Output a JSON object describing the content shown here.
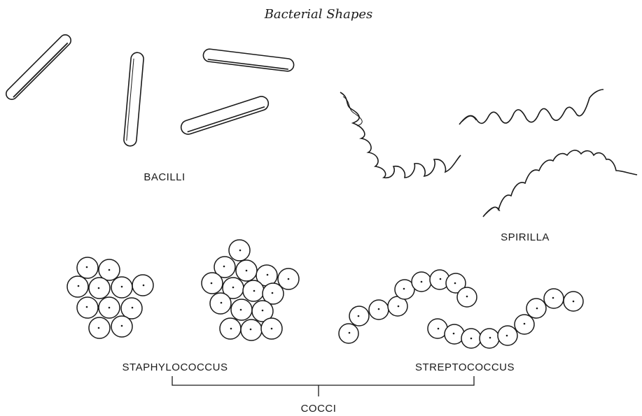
{
  "title": "Bacterial Shapes",
  "labels": {
    "bacilli": "BACILLI",
    "spirilla": "SPIRILLA",
    "staphylococcus": "STAPHYLOCOCCUS",
    "streptococcus": "STREPTOCOCCUS",
    "cocci": "COCCI"
  }
}
